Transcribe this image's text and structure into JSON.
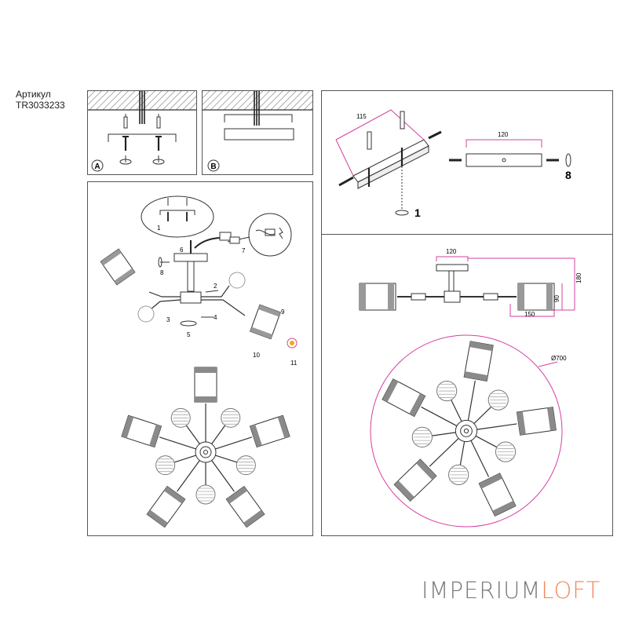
{
  "header": {
    "label": "Артикул",
    "code": "TR3033233"
  },
  "panel_a": {
    "badge": "A"
  },
  "panel_b": {
    "badge": "B"
  },
  "assembly": {
    "parts": [
      "1",
      "2",
      "3",
      "4",
      "5",
      "6",
      "7",
      "8",
      "9",
      "10",
      "11"
    ]
  },
  "mounting": {
    "dim_width": "115",
    "dim_bar": "120",
    "step_1": "1",
    "step_8": "8"
  },
  "dimensions": {
    "canopy_width": "120",
    "height": "180",
    "shade_height": "90",
    "shade_width": "150",
    "diameter": "Ø700"
  },
  "brand": {
    "part1": "IMPERIUM",
    "part2": "LOFT",
    "part1_color": "#7b7b7b",
    "part2_color": "#f08a5d"
  },
  "colors": {
    "dimension_line": "#d6409f",
    "line": "#333333"
  }
}
